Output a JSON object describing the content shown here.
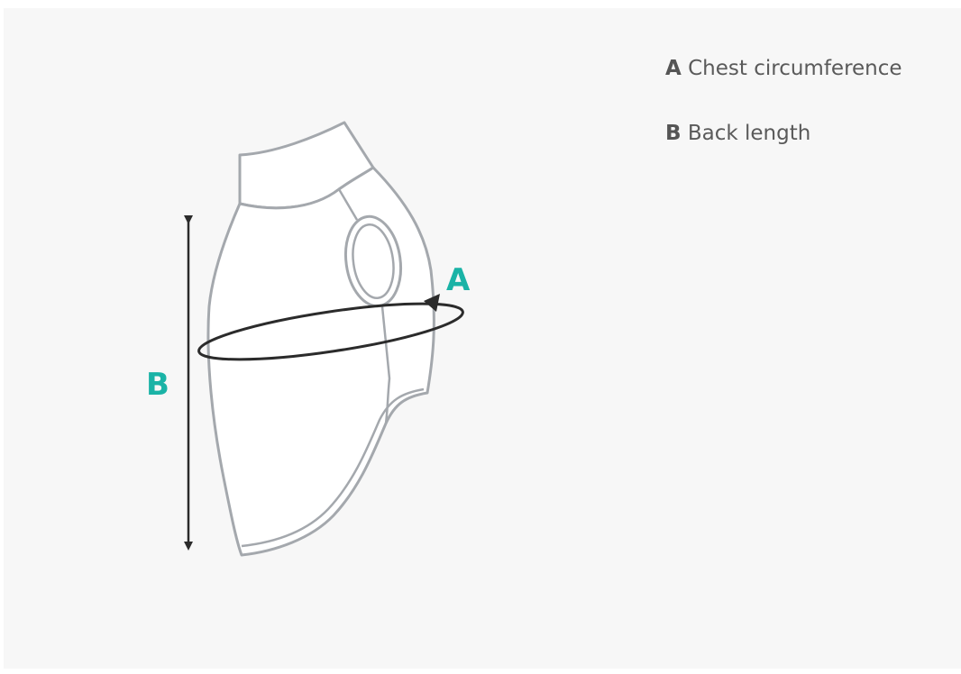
{
  "legend": [
    {
      "key": "A",
      "label": "Chest circumference"
    },
    {
      "key": "B",
      "label": "Back length"
    }
  ],
  "markers": {
    "a": "A",
    "b": "B"
  },
  "colors": {
    "accent": "#1ab3a6",
    "outline": "#a4a8ad",
    "measure_line": "#2b2b2b",
    "legend_text": "#5a5a5a",
    "background": "#f7f7f7"
  }
}
